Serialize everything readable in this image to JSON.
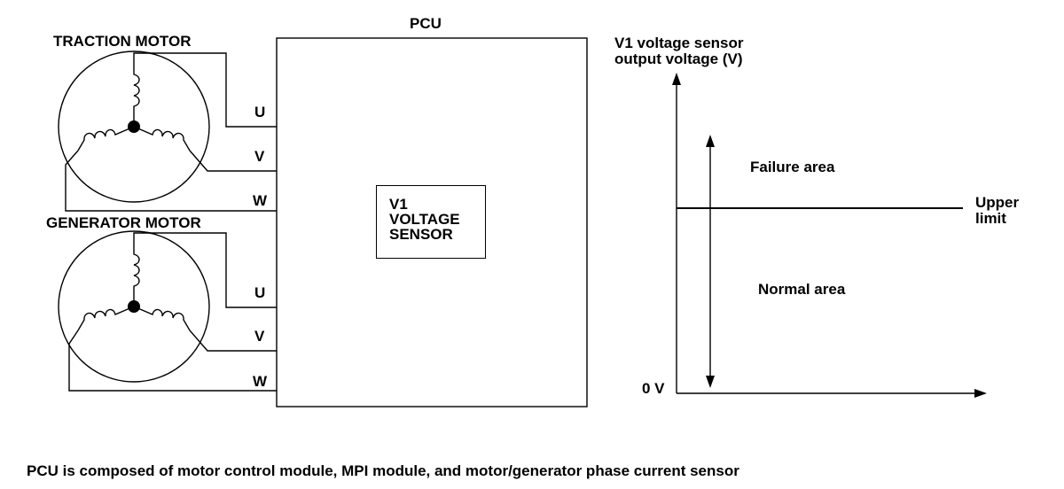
{
  "pcu_title": "PCU",
  "traction_motor_label": "TRACTION MOTOR",
  "generator_motor_label": "GENERATOR MOTOR",
  "traction_phases": [
    "U",
    "V",
    "W"
  ],
  "generator_phases": [
    "U",
    "V",
    "W"
  ],
  "sensor_box": {
    "line1": "V1",
    "line2": "VOLTAGE",
    "line3": "SENSOR"
  },
  "graph": {
    "y_axis_label_line1": "V1 voltage sensor",
    "y_axis_label_line2": "output voltage (V)",
    "zero_label": "0 V",
    "failure_area": "Failure area",
    "normal_area": "Normal area",
    "threshold_line1": "Upper",
    "threshold_line2": "limit"
  },
  "footer_note": "PCU is composed of motor control module, MPI module, and motor/generator phase current sensor"
}
